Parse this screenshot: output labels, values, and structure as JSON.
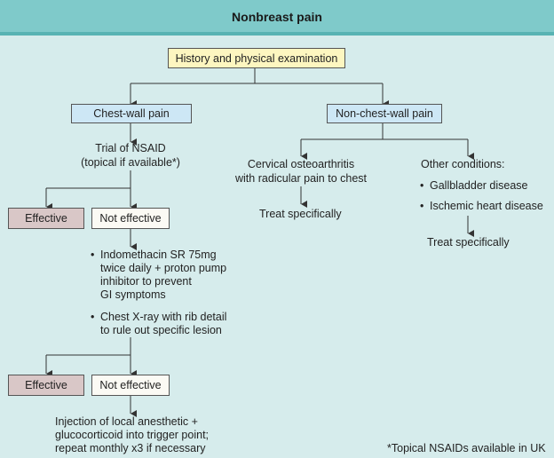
{
  "title": "Nonbreast pain",
  "nodes": {
    "history": "History and physical examination",
    "chest_wall": "Chest-wall pain",
    "non_chest_wall": "Non-chest-wall pain",
    "nsaid_line1": "Trial of NSAID",
    "nsaid_line2": "(topical if available*)",
    "effective_1": "Effective",
    "not_effective_1": "Not effective",
    "indomethacin_lines": [
      "Indomethacin SR 75mg",
      "twice daily + proton pump",
      "inhibitor to prevent",
      "GI symptoms"
    ],
    "xray_lines": [
      "Chest X-ray with rib detail",
      "to rule out specific lesion"
    ],
    "effective_2": "Effective",
    "not_effective_2": "Not effective",
    "injection_lines": [
      "Injection of local anesthetic +",
      "glucocorticoid into trigger point;",
      "repeat monthly x3 if necessary"
    ],
    "cervical_line1": "Cervical osteoarthritis",
    "cervical_line2": "with radicular pain to chest",
    "treat_1": "Treat specifically",
    "other_conditions": "Other conditions:",
    "gallbladder": "Gallbladder disease",
    "ischemic": "Ischemic heart disease",
    "treat_2": "Treat specifically"
  },
  "bullet": "•",
  "footnote": "*Topical NSAIDs available in UK",
  "colors": {
    "title_bar": "#7fcaca",
    "background": "#d6ecec",
    "history_box": "#fdf6c0",
    "category_box": "#cde7f5",
    "effective_box": "#d9c7c7",
    "not_effective_box": "#fbfaf4"
  }
}
